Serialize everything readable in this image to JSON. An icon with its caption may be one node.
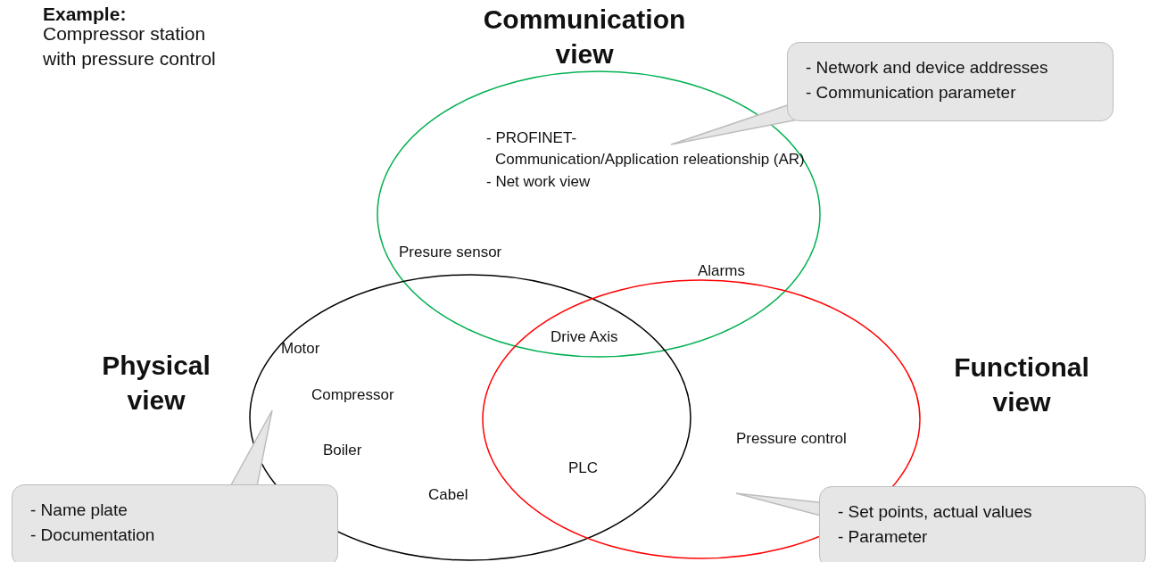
{
  "diagram": {
    "title": "Example:",
    "nodes": [
      {
        "text": [
          "Communication view"
        ]
      },
      {
        "text": [
          "Physical view"
        ]
      },
      {
        "text": [
          "Functional view"
        ]
      },
      {
        "text": [
          "- Network and device addresses",
          "- Communication parameter"
        ]
      },
      {
        "text": [
          "- Name plate",
          "- Documentation"
        ]
      },
      {
        "text": [
          "- Set points, actual values",
          "- Parameter"
        ]
      }
    ],
    "edges": [
      {
        "from": 3,
        "to": 0,
        "arrow": "none"
      },
      {
        "from": 4,
        "to": 1,
        "arrow": "none"
      },
      {
        "from": 5,
        "to": 2,
        "arrow": "none"
      }
    ],
    "labels": [
      "Compressor station with pressure control",
      "- PROFINET- Communication/Application releationship (AR)",
      "- Net work view",
      "Presure sensor",
      "Alarms",
      "Drive Axis",
      "Motor",
      "Compressor",
      "Boiler",
      "Cabel",
      "PLC",
      "Pressure control"
    ]
  }
}
